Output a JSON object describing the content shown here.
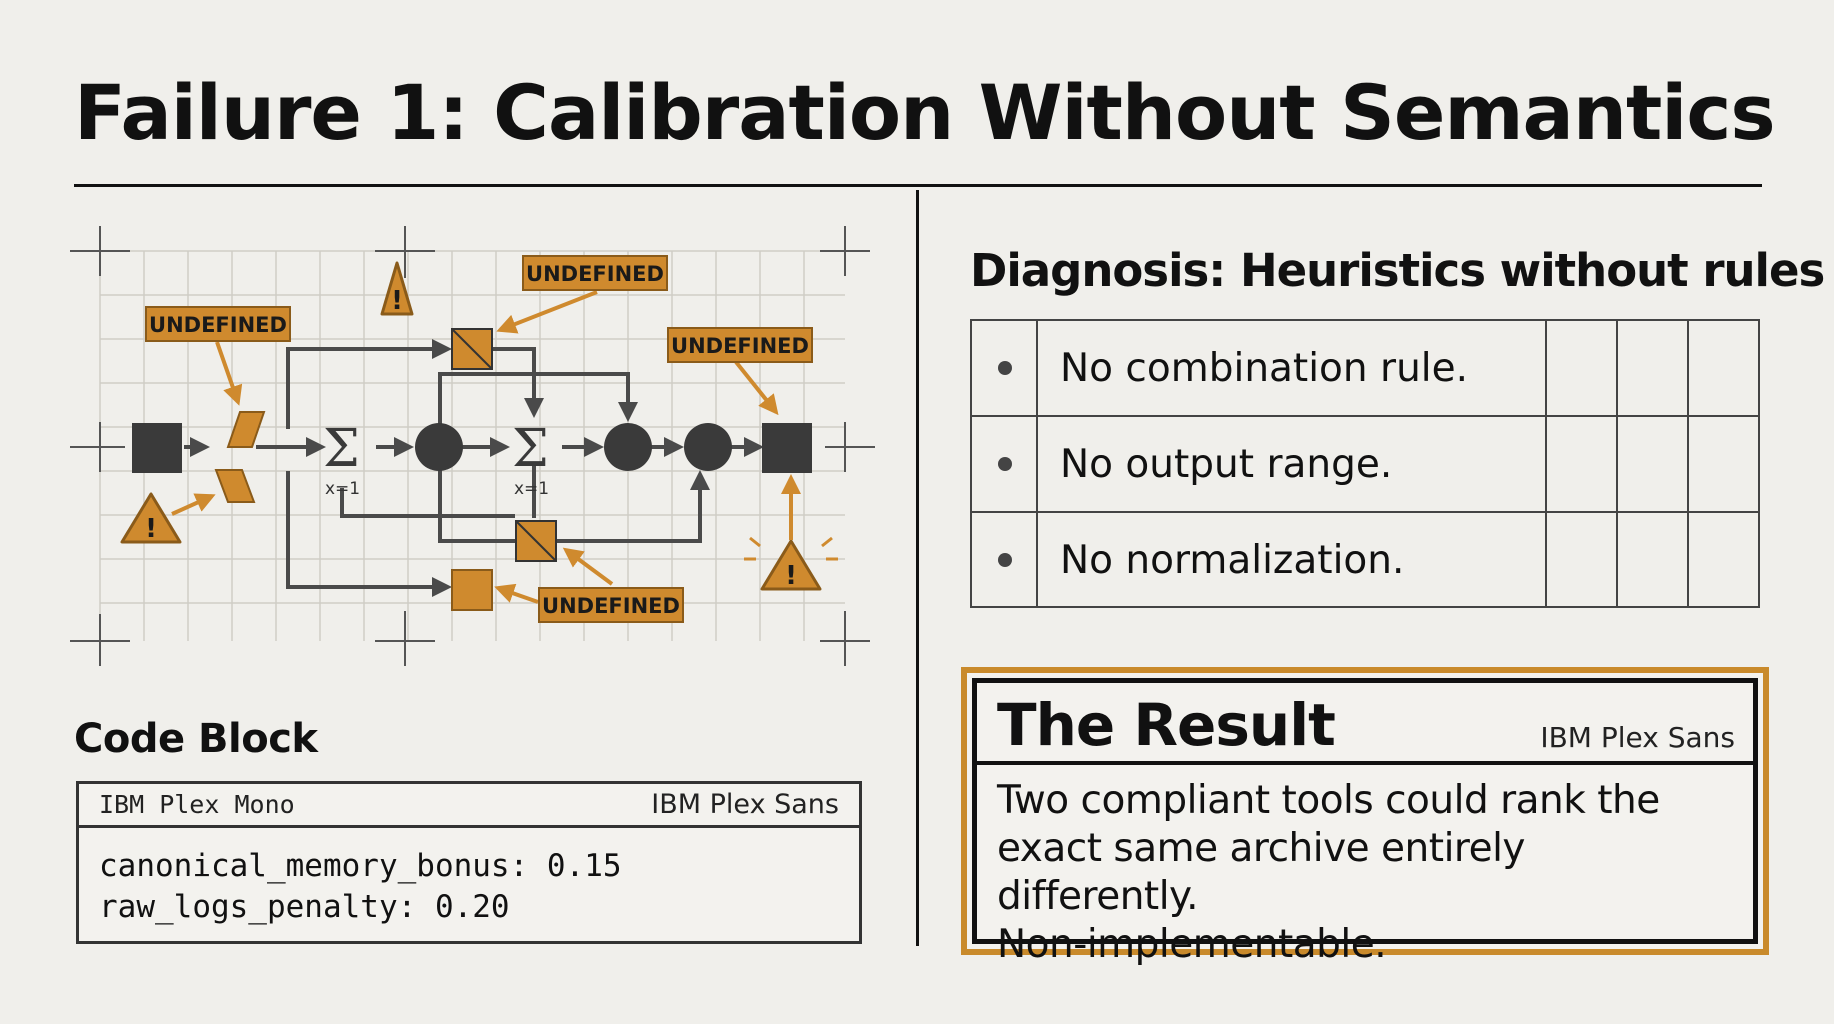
{
  "title": "Failure 1: Calibration Without Semantics",
  "diagram": {
    "labels": {
      "undefined_1": "UNDEFINED",
      "undefined_2": "UNDEFINED",
      "undefined_3": "UNDEFINED",
      "undefined_4": "UNDEFINED"
    },
    "sigma_1": "Σ",
    "sigma_2": "Σ",
    "sigma_sub_1": "x=1",
    "sigma_sub_2": "x=1",
    "warning_glyph": "!",
    "colors": {
      "accent": "#cf8a2e",
      "node": "#3a3a3a",
      "wire": "#4a4a4a",
      "grid": "#cfcdc6"
    }
  },
  "code": {
    "heading": "Code Block",
    "mono_font_label": "IBM Plex Mono",
    "sans_font_label": "IBM Plex Sans",
    "lines": [
      "canonical_memory_bonus: 0.15",
      "raw_logs_penalty: 0.20"
    ]
  },
  "diagnosis": {
    "heading": "Diagnosis: Heuristics without rules",
    "items": [
      "No combination rule.",
      "No output range.",
      "No normalization."
    ]
  },
  "result": {
    "title": "The Result",
    "font_label": "IBM Plex Sans",
    "lines": [
      "Two compliant tools could rank the",
      "exact same archive entirely differently.",
      "Non-implementable."
    ]
  },
  "colors": {
    "accent": "#c98a2b",
    "background": "#f0efeb",
    "ink": "#111111"
  }
}
